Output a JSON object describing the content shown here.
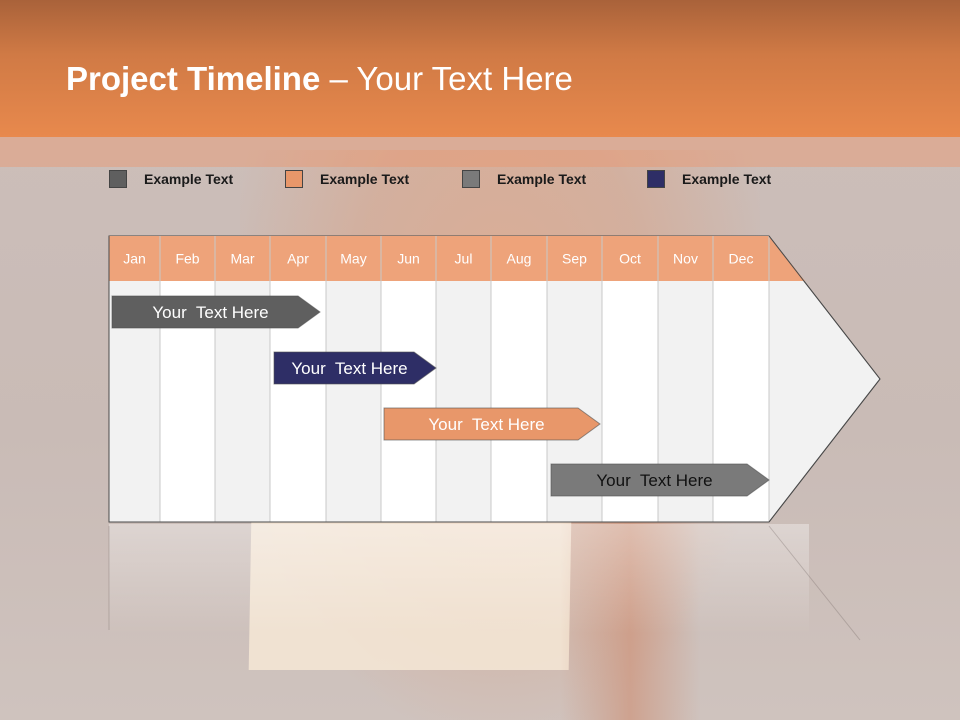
{
  "header": {
    "title_bold": "Project Timeline",
    "title_rest": " – Your Text Here"
  },
  "legend": [
    {
      "label": "Example Text",
      "color": "#5f5f5f"
    },
    {
      "label": "Example Text",
      "color": "#e8976a"
    },
    {
      "label": "Example Text",
      "color": "#7a7a7a"
    },
    {
      "label": "Example Text",
      "color": "#2e2e66"
    }
  ],
  "colors": {
    "header": "#e8894d",
    "month_row": "#eea37a",
    "grid_light": "#f2f2f2",
    "grid_white": "#ffffff"
  },
  "chart_data": {
    "type": "gantt",
    "categories": [
      "Jan",
      "Feb",
      "Mar",
      "Apr",
      "May",
      "Jun",
      "Jul",
      "Aug",
      "Sep",
      "Oct",
      "Nov",
      "Dec"
    ],
    "tasks": [
      {
        "label": "Your  Text Here",
        "start": 1,
        "end": 4.5,
        "color": "#5f5f5f",
        "text_color": "#ffffff"
      },
      {
        "label": "Your  Text Here",
        "start": 4,
        "end": 6.5,
        "color": "#2e2e66",
        "text_color": "#ffffff"
      },
      {
        "label": "Your  Text Here",
        "start": 6,
        "end": 9,
        "color": "#e8976a",
        "text_color": "#ffffff"
      },
      {
        "label": "Your  Text Here",
        "start": 9,
        "end": 12,
        "color": "#7a7a7a",
        "text_color": "#111111"
      }
    ]
  }
}
